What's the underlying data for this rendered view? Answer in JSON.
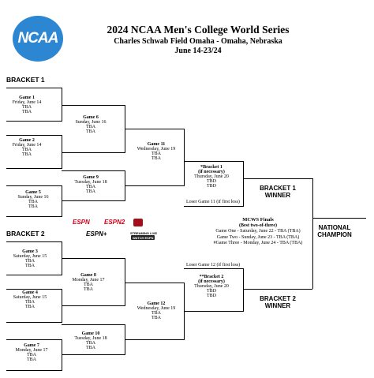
{
  "logo": {
    "text": "NCAA",
    "reg": "®",
    "color": "#2d86d1"
  },
  "header": {
    "title": "2024 NCAA Men's College World Series",
    "venue": "Charles Schwab Field Omaha - Omaha, Nebraska",
    "dates": "June 14-23/24"
  },
  "bracket1_label": "BRACKET 1",
  "bracket2_label": "BRACKET 2",
  "games": {
    "g1": {
      "name": "Game 1",
      "date": "Friday, June 14",
      "t1": "TBA",
      "t2": "TBA"
    },
    "g2": {
      "name": "Game 2",
      "date": "Friday, June 14",
      "t1": "TBA",
      "t2": "TBA"
    },
    "g5": {
      "name": "Game 5",
      "date": "Sunday, June 16",
      "t1": "TBA",
      "t2": "TBA"
    },
    "g6": {
      "name": "Game 6",
      "date": "Sunday, June 16",
      "t1": "TBA",
      "t2": "TBA"
    },
    "g9": {
      "name": "Game 9",
      "date": "Tuesday, June 18",
      "t1": "TBA",
      "t2": "TBA"
    },
    "g11": {
      "name": "Game 11",
      "date": "Wednesday, June 19",
      "t1": "TBA",
      "t2": "TBA"
    },
    "b1": {
      "name": "*Bracket 1",
      "note": "(if necessary)",
      "date": "Thursday, June 20",
      "t1": "TBD",
      "t2": "TBD"
    },
    "g3": {
      "name": "Game 3",
      "date": "Saturday, June 15",
      "t1": "TBA",
      "t2": "TBA"
    },
    "g4": {
      "name": "Game 4",
      "date": "Saturday, June 15",
      "t1": "TBA",
      "t2": "TBA"
    },
    "g7": {
      "name": "Game 7",
      "date": "Monday, June 17",
      "t1": "TBA",
      "t2": "TBA"
    },
    "g8": {
      "name": "Game 8",
      "date": "Monday, June 17",
      "t1": "TBA",
      "t2": "TBA"
    },
    "g10": {
      "name": "Game 10",
      "date": "Tuesday, June 18",
      "t1": "TBA",
      "t2": "TBA"
    },
    "g12": {
      "name": "Game 12",
      "date": "Wednesday, June 19",
      "t1": "TBA",
      "t2": "TBA"
    },
    "b2": {
      "name": "**Bracket 2",
      "note": "(if necessary)",
      "date": "Thursday, June 20",
      "t1": "TBD",
      "t2": "TBD"
    }
  },
  "loser_game11": "Loser Game 11 (if first loss)",
  "loser_game12": "Loser Game 12 (if first loss)",
  "bracket1_winner": [
    "BRACKET 1",
    "WINNER"
  ],
  "bracket2_winner": [
    "BRACKET 2",
    "WINNER"
  ],
  "finals": {
    "title": "MCWS Finals",
    "subtitle": "(Best two-of-three)",
    "game1": "Game One - Saturday, June 22 - TBA (TBA)",
    "game2": "Game Two - Sunday, June 23 - TBA (TBA)",
    "game3": "#Game Three - Monday, June 24 - TBA (TBA)"
  },
  "champion": [
    "NATIONAL",
    "CHAMPION"
  ],
  "networks": {
    "espn": "ESPN",
    "espn2": "ESPN2",
    "espn_plus": "ESPN+",
    "streaming": "STREAMING LIVE",
    "watch": "WATCH ESPN",
    "espn_color": "#d0021b"
  }
}
